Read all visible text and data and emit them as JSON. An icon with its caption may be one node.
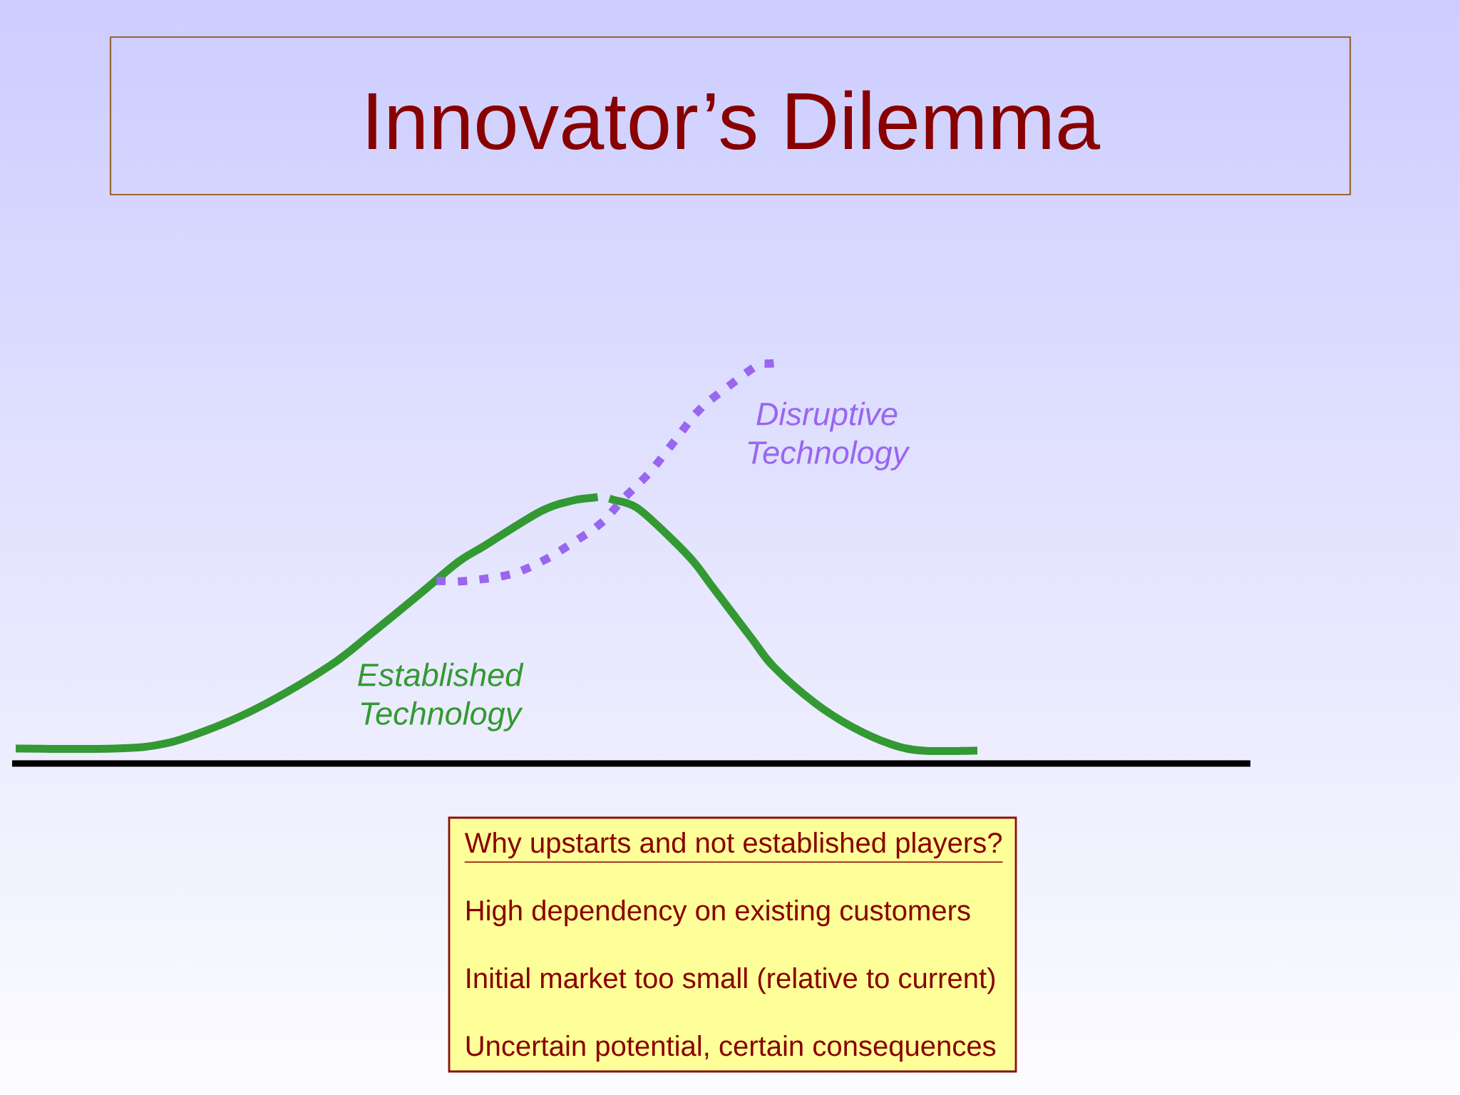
{
  "diagram": {
    "title": "Innovator’s Dilemma",
    "nodes": [
      {
        "text": [
          "Why upstarts and not established players?",
          "High dependency on existing customers",
          "Initial market too small (relative to current)",
          "Uncertain potential, certain consequences"
        ]
      }
    ],
    "labels": [
      "Disruptive Technology",
      "Established Technology"
    ]
  }
}
